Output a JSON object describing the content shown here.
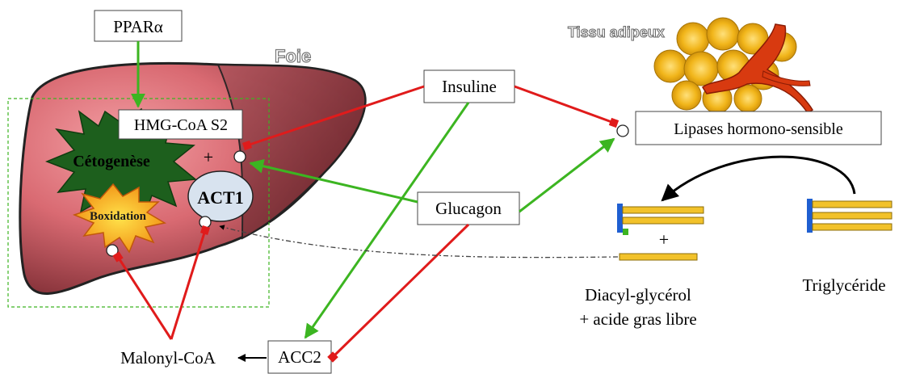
{
  "labels": {
    "ppar": "PPARα",
    "foie": "Foie",
    "tissu": "Tissu adipeux",
    "hmg": "HMG-CoA S2",
    "cetogenese": "Cétogenèse",
    "plus1": "+",
    "act1": "ACT1",
    "boxidation": "Boxidation",
    "insuline": "Insuline",
    "glucagon": "Glucagon",
    "lipases": "Lipases hormono-sensible",
    "diacyl_line1": "Diacyl-glycérol",
    "diacyl_line2": "+ acide gras libre",
    "plus2": "+",
    "triglyceride": "Triglycéride",
    "malonyl": "Malonyl-CoA",
    "acc2": "ACC2"
  },
  "colors": {
    "activation": "#3cb521",
    "inhibition": "#e01b1b",
    "liver_light": "#f08a8f",
    "liver_dark": "#7a2b32",
    "cetogenese": "#1a5c1a",
    "boxidation": "#f5a623",
    "act1_fill": "#d8e3ef",
    "fat_cell": "#f4c21b",
    "fatty_acid": "#f2c22a",
    "glycerol": "#1f5fd1"
  }
}
